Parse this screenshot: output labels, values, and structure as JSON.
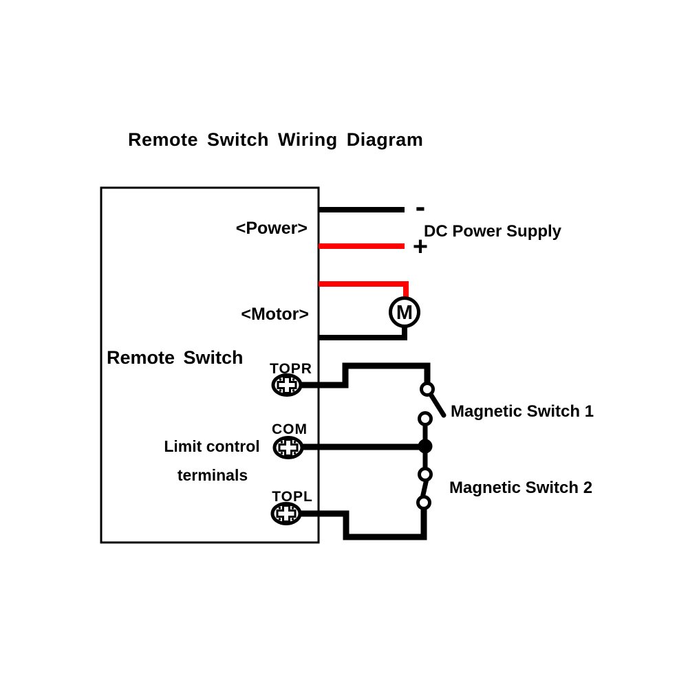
{
  "title": "Remote Switch Wiring Diagram",
  "colors": {
    "wire_black": "#000000",
    "wire_red": "#ff0000",
    "background": "#ffffff"
  },
  "remote_switch": {
    "label": "Remote Switch",
    "power_port_label": "<Power>",
    "motor_port_label": "<Motor>",
    "limit_caption_line1": "Limit control",
    "limit_caption_line2": "terminals",
    "terminals": [
      {
        "id": "TOPR"
      },
      {
        "id": "COM"
      },
      {
        "id": "TOPL"
      }
    ]
  },
  "dc_power_supply": {
    "label": "DC Power Supply",
    "negative_sign": "-",
    "positive_sign": "+"
  },
  "motor": {
    "symbol": "M"
  },
  "magnetic_switches": [
    {
      "label": "Magnetic Switch 1"
    },
    {
      "label": "Magnetic Switch 2"
    }
  ]
}
